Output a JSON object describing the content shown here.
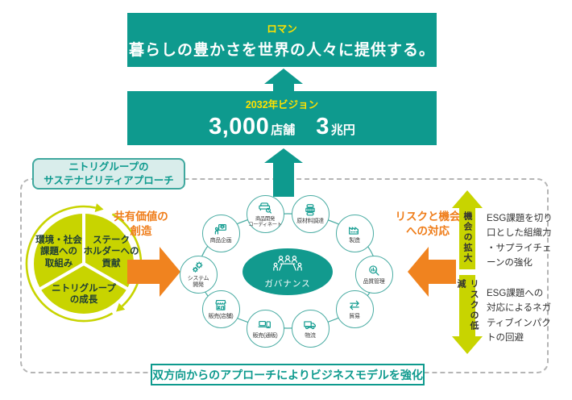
{
  "colors": {
    "teal": "#0e9a8e",
    "yellow": "#ffe100",
    "lime": "#c8d400",
    "orange": "#f0831f",
    "mint_bg": "#d9edeb",
    "dark_text": "#1e3d35"
  },
  "roman": {
    "tag": "ロマン",
    "statement": "暮らしの豊かさを世界の人々に提供する。"
  },
  "vision": {
    "tag": "2032年ビジョン",
    "stores_value": "3,000",
    "stores_unit": "店舗",
    "sales_value": "3",
    "sales_unit": "兆円"
  },
  "approach_label": "ニトリグループの\nサステナビリティアプローチ",
  "pie": {
    "segments": [
      {
        "label": "環境・社会\n課題への\n取組み"
      },
      {
        "label": "ステーク\nホルダーへの\n貢献"
      },
      {
        "label": "ニトリグループ\nの成長"
      }
    ]
  },
  "shared_value_title": "共有価値の\n創造",
  "risk_opportunity_title": "リスクと機会\nへの対応",
  "value_chain": {
    "center": "ガバナンス",
    "nodes": [
      {
        "label": "商品開発\nコーディネート",
        "icon": "sofa-search-icon"
      },
      {
        "label": "原材料調達",
        "icon": "materials-icon"
      },
      {
        "label": "製造",
        "icon": "factory-icon"
      },
      {
        "label": "品質管理",
        "icon": "quality-magnifier-icon"
      },
      {
        "label": "貿易",
        "icon": "trade-arrows-icon"
      },
      {
        "label": "物流",
        "icon": "truck-icon"
      },
      {
        "label": "販売(通販)",
        "icon": "ec-devices-icon"
      },
      {
        "label": "販売(店舗)",
        "icon": "storefront-icon"
      },
      {
        "label": "システム\n開発",
        "icon": "gears-icon"
      },
      {
        "label": "商品企画",
        "icon": "idea-board-icon"
      }
    ]
  },
  "right_panel": {
    "opportunity": {
      "arrow_label": "機会の拡大",
      "desc": "ESG課題を切り\n口とした組織力\n・サプライチェ\nーンの強化"
    },
    "risk": {
      "arrow_label": "リスクの低減",
      "desc": "ESG課題への\n対応によるネガ\nティブインパク\nトの回避"
    }
  },
  "bottom_banner": "双方向からのアプローチによりビジネスモデルを強化"
}
